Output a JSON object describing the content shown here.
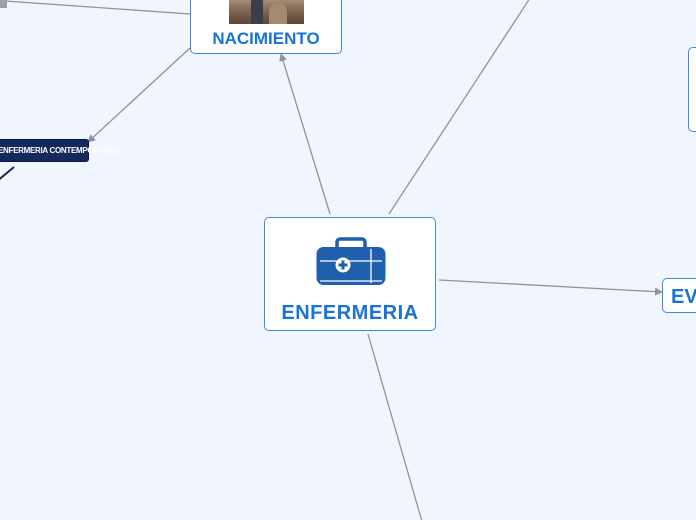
{
  "map": {
    "center": {
      "title": "ENFERMERIA",
      "icon": "medical-kit-icon"
    },
    "branches": {
      "nacimiento": {
        "title": "NACIMIENTO"
      },
      "evolucion": {
        "title": "EV"
      },
      "contemporanea": {
        "title": "ENFERMERIA CONTEMPORANEA"
      }
    }
  },
  "colors": {
    "background": "#f1f5fd",
    "node_border": "#3d8bdf",
    "node_title": "#1774d6",
    "connector": "#8f949c",
    "icon_fill": "#1f5fae",
    "dark_node": "#15295e"
  }
}
